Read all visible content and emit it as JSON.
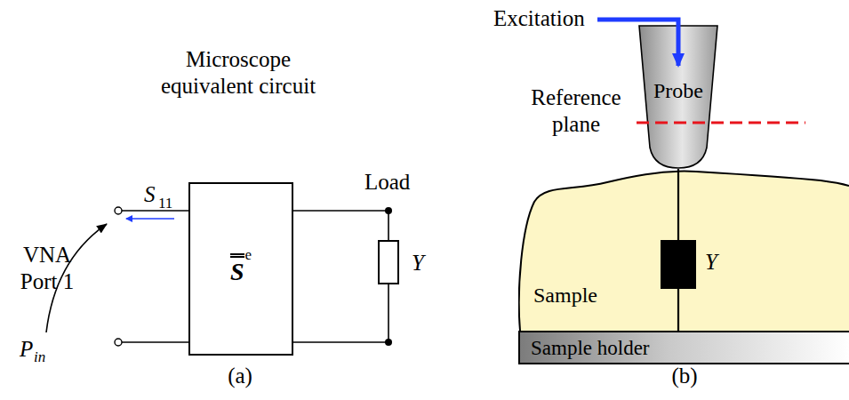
{
  "diagram": {
    "nodes": [
      {
        "text": [
          "S",
          "e"
        ]
      },
      {
        "text": [
          "Y"
        ]
      },
      {
        "text": [
          "Probe"
        ]
      },
      {
        "text": [
          "Sample"
        ]
      },
      {
        "text": [
          "Y"
        ],
        "in": 3
      },
      {
        "text": [
          "Sample holder"
        ]
      }
    ],
    "edges": [
      {
        "from": 0,
        "to": 1,
        "arrow": "none"
      },
      {
        "from": 0,
        "to": 1,
        "arrow": "none"
      },
      {
        "from": 2,
        "to": 4,
        "arrow": "none"
      },
      {
        "from": 4,
        "to": 5,
        "arrow": "none"
      }
    ],
    "labels": [
      "Microscope equivalent circuit",
      "S",
      "11",
      "VNA Port 1",
      "P",
      "in",
      "Load",
      "(a)",
      "Excitation",
      "Reference plane",
      "(b)"
    ]
  }
}
